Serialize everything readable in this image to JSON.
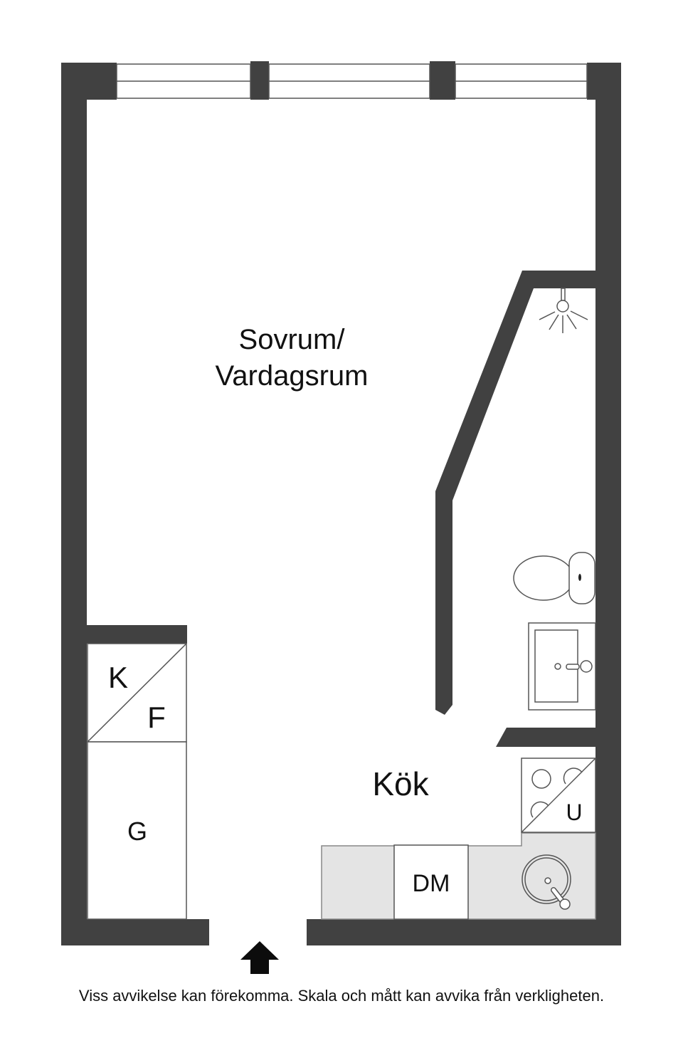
{
  "rooms": {
    "living": {
      "line1": "Sovrum/",
      "line2": "Vardagsrum"
    },
    "kitchen": "Kök"
  },
  "appliances": {
    "fridge": "K",
    "freezer": "F",
    "wardrobe": "G",
    "dishwasher": "DM",
    "oven": "U"
  },
  "icons": [
    "shower-icon",
    "toilet-icon",
    "bathroom-sink-icon",
    "stove-icon",
    "kitchen-sink-icon",
    "entrance-arrow-icon"
  ],
  "colors": {
    "wall": "#414141",
    "counter": "#e4e4e4",
    "background": "#ffffff"
  },
  "disclaimer": "Viss avvikelse kan förekomma. Skala och mått kan avvika från verkligheten."
}
